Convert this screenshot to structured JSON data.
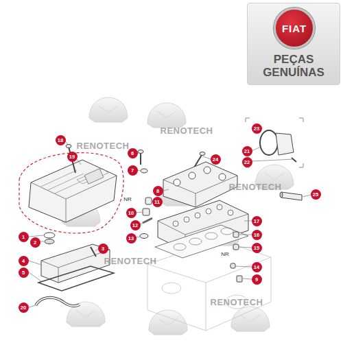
{
  "diagram": {
    "nodes": [
      {
        "text": [
          "PEÇAS GENUÍNAS"
        ]
      },
      {
        "text": [
          "FIAT"
        ],
        "in": 0
      }
    ],
    "labels": [
      "RENOTECH",
      "RENOTECH",
      "RENOTECH",
      "RENOTECH",
      "RENOTECH",
      "18",
      "19",
      "6",
      "7",
      "24",
      "23",
      "21",
      "22",
      "8",
      "NR",
      "11",
      "25",
      "10",
      "12",
      "17",
      "13",
      "16",
      "1",
      "2",
      "3",
      "15",
      "4",
      "NR",
      "14",
      "5",
      "9",
      "20"
    ]
  }
}
